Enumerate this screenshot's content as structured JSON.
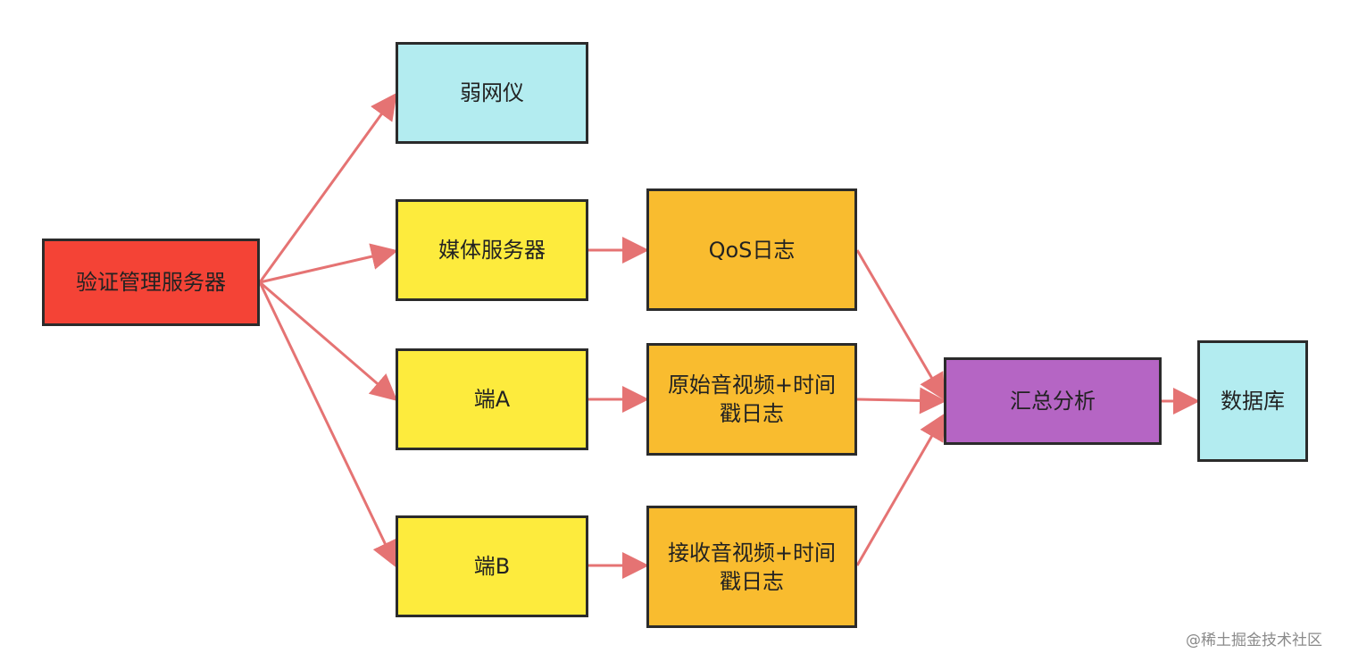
{
  "nodes": {
    "auth_server": "验证管理服务器",
    "weak_network": "弱网仪",
    "media_server": "媒体服务器",
    "end_a": "端A",
    "end_b": "端B",
    "qos_log": "QoS日志",
    "raw_av_log": "原始音视频+时间\n戳日志",
    "recv_av_log": "接收音视频+时间\n戳日志",
    "summary": "汇总分析",
    "database": "数据库"
  },
  "edges": [
    {
      "from": "auth_server",
      "to": "weak_network"
    },
    {
      "from": "auth_server",
      "to": "media_server"
    },
    {
      "from": "auth_server",
      "to": "end_a"
    },
    {
      "from": "auth_server",
      "to": "end_b"
    },
    {
      "from": "media_server",
      "to": "qos_log"
    },
    {
      "from": "end_a",
      "to": "raw_av_log"
    },
    {
      "from": "end_b",
      "to": "recv_av_log"
    },
    {
      "from": "qos_log",
      "to": "summary"
    },
    {
      "from": "raw_av_log",
      "to": "summary"
    },
    {
      "from": "recv_av_log",
      "to": "summary"
    },
    {
      "from": "summary",
      "to": "database"
    }
  ],
  "colors": {
    "auth_server": "#f44336",
    "weak_network": "#b3ecf0",
    "end_nodes": "#fdeb3d",
    "log_nodes": "#f9bc2f",
    "summary": "#b565c4",
    "database": "#b3ecf0",
    "edge": "#e57373"
  },
  "watermark": "@稀土掘金技术社区"
}
